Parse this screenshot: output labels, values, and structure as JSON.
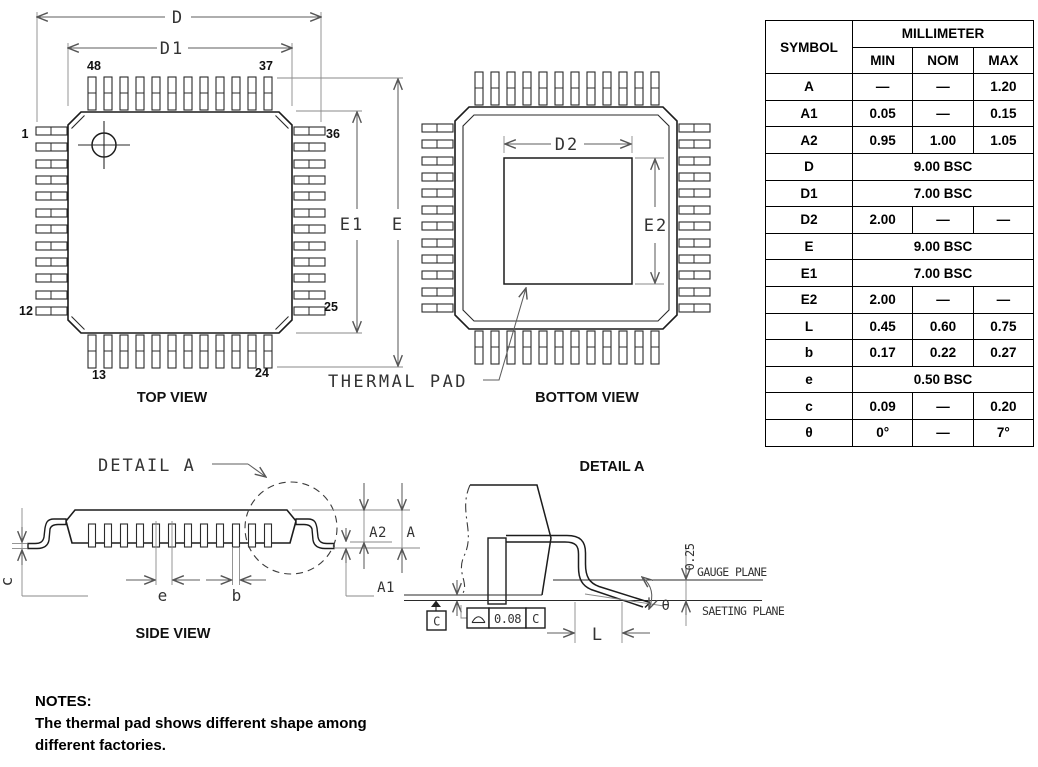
{
  "drawing": {
    "top_view": {
      "title": "TOP VIEW",
      "dims": {
        "d": "D",
        "d1": "D1",
        "e": "E",
        "e1": "E1"
      },
      "pin_labels": {
        "p48": "48",
        "p37": "37",
        "p1": "1",
        "p36": "36",
        "p12": "12",
        "p25": "25",
        "p13": "13",
        "p24": "24"
      }
    },
    "bottom_view": {
      "title": "BOTTOM VIEW",
      "dims": {
        "d2": "D2",
        "e2": "E2"
      },
      "thermal_pad_label": "THERMAL PAD"
    },
    "side_view": {
      "title": "SIDE VIEW",
      "detail_callout": "DETAIL A",
      "dims": {
        "a": "A",
        "a1": "A1",
        "a2": "A2",
        "b": "b",
        "e": "e",
        "c": "c"
      }
    },
    "detail_a": {
      "title": "DETAIL A",
      "gauge_plane": "GAUGE PLANE",
      "seating_plane": "SAETING PLANE",
      "gauge_offset": "0.25",
      "dims": {
        "l": "L",
        "theta": "θ"
      },
      "tolerance": {
        "symbol_icon": "segment-dome",
        "value": "0.08",
        "datum": "C"
      },
      "datum_label": "C"
    }
  },
  "table": {
    "col_symbol": "SYMBOL",
    "col_group": "MILLIMETER",
    "col_min": "MIN",
    "col_nom": "NOM",
    "col_max": "MAX",
    "rows": [
      {
        "symbol": "A",
        "min": "—",
        "nom": "—",
        "max": "1.20"
      },
      {
        "symbol": "A1",
        "min": "0.05",
        "nom": "—",
        "max": "0.15"
      },
      {
        "symbol": "A2",
        "min": "0.95",
        "nom": "1.00",
        "max": "1.05"
      },
      {
        "symbol": "D",
        "span": "9.00 BSC"
      },
      {
        "symbol": "D1",
        "span": "7.00 BSC"
      },
      {
        "symbol": "D2",
        "min": "2.00",
        "nom": "—",
        "max": "—"
      },
      {
        "symbol": "E",
        "span": "9.00 BSC"
      },
      {
        "symbol": "E1",
        "span": "7.00 BSC"
      },
      {
        "symbol": "E2",
        "min": "2.00",
        "nom": "—",
        "max": "—"
      },
      {
        "symbol": "L",
        "min": "0.45",
        "nom": "0.60",
        "max": "0.75"
      },
      {
        "symbol": "b",
        "min": "0.17",
        "nom": "0.22",
        "max": "0.27"
      },
      {
        "symbol": "e",
        "span": "0.50 BSC"
      },
      {
        "symbol": "c",
        "min": "0.09",
        "nom": "—",
        "max": "0.20"
      },
      {
        "symbol": "θ",
        "min": "0°",
        "nom": "—",
        "max": "7°"
      }
    ]
  },
  "notes": {
    "heading": "NOTES:",
    "line1": "The thermal pad shows different shape among",
    "line2": "different factories."
  }
}
